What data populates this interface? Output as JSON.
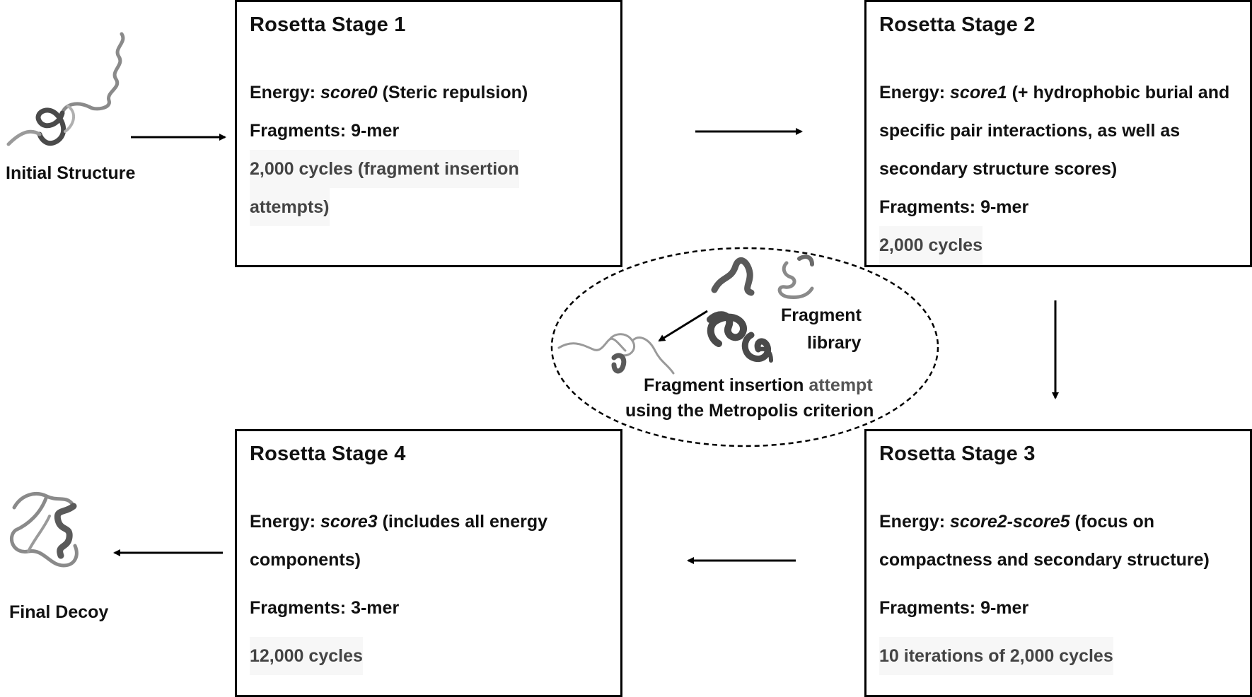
{
  "start_label": "Initial Structure",
  "end_label": "Final Decoy",
  "stages": {
    "s1": {
      "title": "Rosetta Stage 1",
      "energy_prefix": "Energy: ",
      "energy_term": "score0",
      "energy_note": " (Steric repulsion)",
      "fragments": "Fragments: 9-mer",
      "cycles_1": "2,000 cycles (fragment insertion",
      "cycles_2": "attempts)"
    },
    "s2": {
      "title": "Rosetta Stage 2",
      "energy_prefix": "Energy: ",
      "energy_term": "score1",
      "energy_note_1": " (+ hydrophobic burial and",
      "energy_note_2": "specific pair interactions, as well as",
      "energy_note_3": "secondary structure scores)",
      "fragments": "Fragments: 9-mer",
      "cycles": "2,000 cycles"
    },
    "s3": {
      "title": "Rosetta Stage 3",
      "energy_prefix": "Energy: ",
      "energy_term": "score2-score5",
      "energy_note_1": " (focus on",
      "energy_note_2": "compactness and secondary structure)",
      "fragments": "Fragments: 9-mer",
      "cycles": "10 iterations of 2,000 cycles"
    },
    "s4": {
      "title": "Rosetta Stage 4",
      "energy_prefix": "Energy: ",
      "energy_term": "score3",
      "energy_note_1": " (includes all energy",
      "energy_note_2": "components)",
      "fragments": "Fragments: 3-mer",
      "cycles": "12,000 cycles"
    }
  },
  "center": {
    "library_1": "Fragment",
    "library_2": "library",
    "insertion_a": "Fragment insertion ",
    "insertion_b": "attempt",
    "insertion_2": "using the Metropolis criterion"
  },
  "colors": {
    "border": "#000000",
    "protein": "#8a8a8a",
    "protein_dark": "#4a4a4a"
  }
}
